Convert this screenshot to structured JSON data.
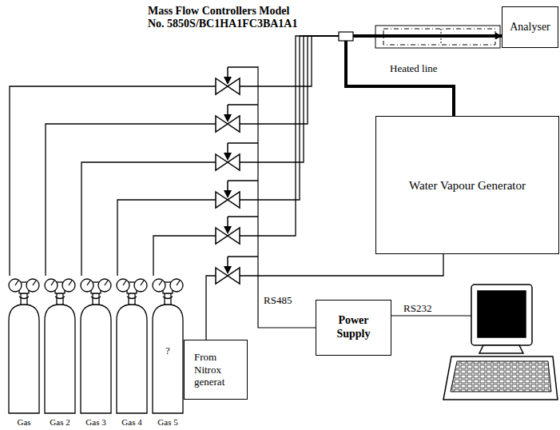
{
  "diagram": {
    "title": "Mass Flow Controllers Model No. 5850S/BC1HA1FC3BA1A1",
    "nodes": [
      {
        "text": [
          "Gas"
        ]
      },
      {
        "text": [
          "Gas 2"
        ]
      },
      {
        "text": [
          "Gas 3"
        ]
      },
      {
        "text": [
          "Gas 4"
        ]
      },
      {
        "text": [
          "?",
          "Gas 5"
        ]
      },
      {
        "text": [
          "From Nitrox generat"
        ]
      },
      {
        "text": [
          "Water Vapour Generator"
        ]
      },
      {
        "text": [
          "Analyser"
        ]
      },
      {
        "text": [
          "Power Supply"
        ]
      }
    ],
    "edges": [
      {
        "from": 0,
        "to": 7,
        "arrow": "to"
      },
      {
        "from": 1,
        "to": 7,
        "arrow": "to"
      },
      {
        "from": 2,
        "to": 7,
        "arrow": "to"
      },
      {
        "from": 3,
        "to": 7,
        "arrow": "to"
      },
      {
        "from": 4,
        "to": 7,
        "arrow": "to"
      },
      {
        "from": 5,
        "to": 6,
        "arrow": "none"
      },
      {
        "from": 6,
        "to": 7,
        "arrow": "to"
      }
    ],
    "labels": [
      "Heated line",
      "RS485",
      "RS232"
    ]
  }
}
